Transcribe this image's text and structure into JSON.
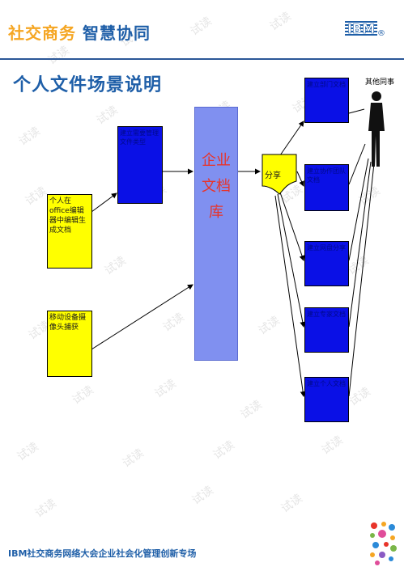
{
  "header": {
    "title_main": "社交商务",
    "title_sub": "智慧协同",
    "logo": "IBM",
    "logo_mark": "®"
  },
  "page_title": "个人文件场景说明",
  "sources": {
    "office": "个人在office编辑器中编辑生成文档",
    "mobile": "移动设备摄像头捕获"
  },
  "intake_box": "建立需要管理文件类型",
  "repository": "企业文档库",
  "share": "分享",
  "colleague": "其他同事",
  "targets": [
    "建立部门文档",
    "建立协作团队文档",
    "建立网盘分享",
    "建立专家文档",
    "建立个人文档"
  ],
  "footer": "IBM社交商务网络大会企业社会化管理创新专场",
  "watermark": "试读",
  "colors": {
    "blue_box": "#0a10e6",
    "yellow_box": "#ffff00",
    "repository": "#8090f0",
    "brand_orange": "#f5a623",
    "brand_blue": "#1f5fa8"
  }
}
